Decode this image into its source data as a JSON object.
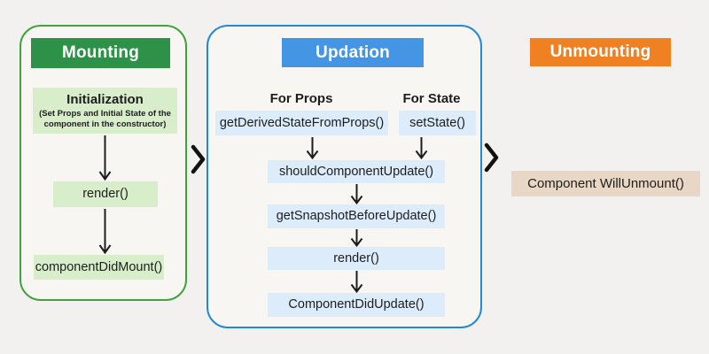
{
  "mounting": {
    "title": "Mounting",
    "init_title": "Initialization",
    "init_sub_line1": "(Set Props and Initial State of the",
    "init_sub_line2": "component in the constructor)",
    "render": "render()",
    "component_did_mount": "componentDidMount()"
  },
  "updation": {
    "title": "Updation",
    "for_props_label": "For Props",
    "for_state_label": "For State",
    "get_derived_state_from_props": "getDerivedStateFromProps()",
    "set_state": "setState()",
    "should_component_update": "shouldComponentUpdate()",
    "get_snapshot_before_update": "getSnapshotBeforeUpdate()",
    "render": "render()",
    "component_did_update": "ComponentDidUpdate()"
  },
  "unmounting": {
    "title": "Unmounting",
    "component_will_unmount": "Component WillUnmount()"
  },
  "connectors": {
    "between_mounting_updation": "chevron-right",
    "between_updation_unmounting": "chevron-right"
  },
  "colors": {
    "background": "#f2f1ef",
    "mounting_header": "#2d9147",
    "mounting_border": "#43a23f",
    "mounting_node_bg": "#d8eecb",
    "updation_header": "#4496e4",
    "updation_border": "#2489d5",
    "updation_node_bg": "#ddecfb",
    "unmounting_header": "#f08122",
    "unmounting_node_bg": "#e9d7c5",
    "text": "#1d1d1d",
    "header_text": "#ffffff"
  }
}
